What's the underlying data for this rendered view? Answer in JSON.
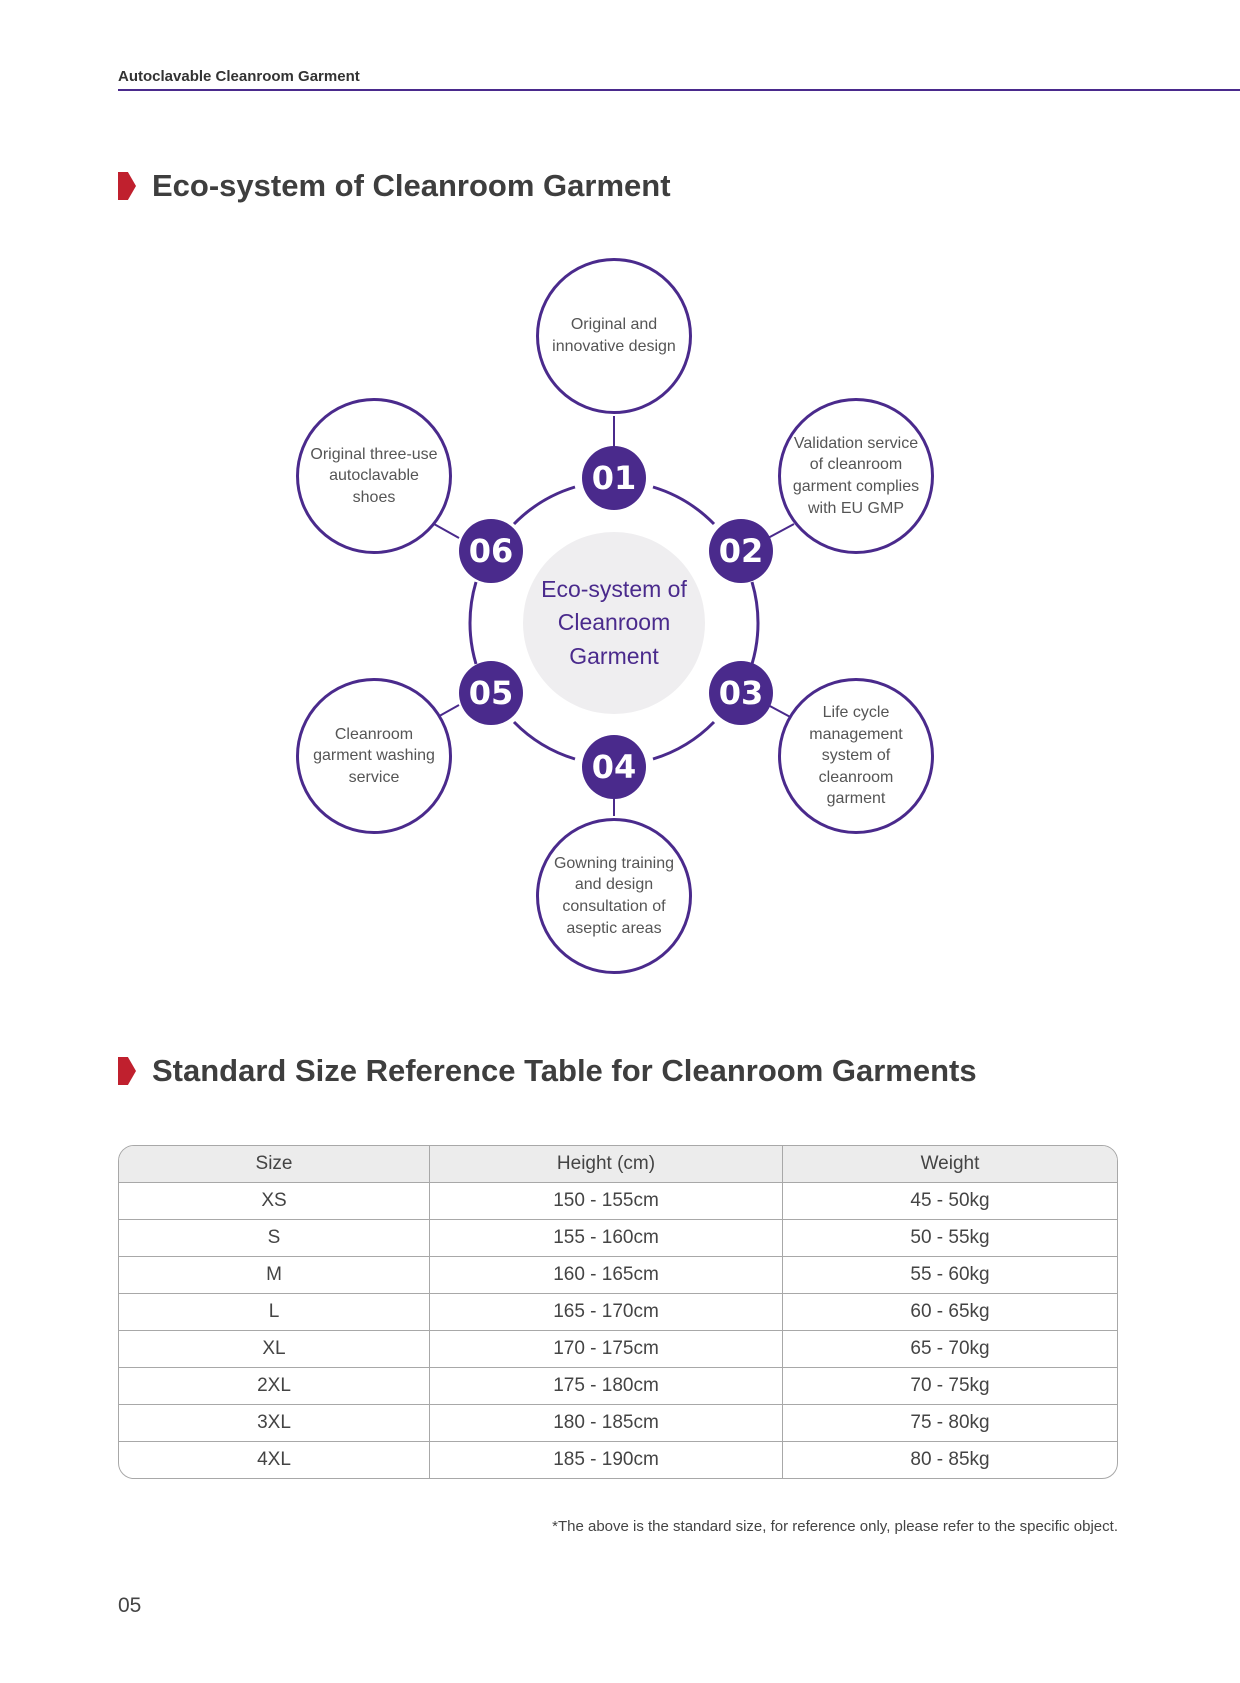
{
  "header": {
    "title": "Autoclavable Cleanroom Garment"
  },
  "section1": {
    "title": "Eco-system of Cleanroom Garment"
  },
  "ecosystem": {
    "center_label": "Eco-system of Cleanroom Garment",
    "nodes": [
      {
        "number": "01",
        "text": "Original and innovative design"
      },
      {
        "number": "02",
        "text": "Validation service of cleanroom garment complies with EU GMP"
      },
      {
        "number": "03",
        "text": "Life cycle management system of cleanroom garment"
      },
      {
        "number": "04",
        "text": "Gowning training and design consultation of aseptic areas"
      },
      {
        "number": "05",
        "text": "Cleanroom garment washing service"
      },
      {
        "number": "06",
        "text": "Original three-use autoclavable shoes"
      }
    ],
    "colors": {
      "accent": "#4a2a8c",
      "center_fill": "#efeef0",
      "marker": "#c0202e"
    }
  },
  "section2": {
    "title": "Standard Size Reference Table for Cleanroom Garments"
  },
  "size_table": {
    "headers": [
      "Size",
      "Height (cm)",
      "Weight"
    ],
    "rows": [
      [
        "XS",
        "150 - 155cm",
        "45 - 50kg"
      ],
      [
        "S",
        "155 - 160cm",
        "50 - 55kg"
      ],
      [
        "M",
        "160 - 165cm",
        "55 - 60kg"
      ],
      [
        "L",
        "165 - 170cm",
        "60 - 65kg"
      ],
      [
        "XL",
        "170 - 175cm",
        "65 - 70kg"
      ],
      [
        "2XL",
        "175 - 180cm",
        "70 - 75kg"
      ],
      [
        "3XL",
        "180 - 185cm",
        "75 - 80kg"
      ],
      [
        "4XL",
        "185 - 190cm",
        "80 - 85kg"
      ]
    ]
  },
  "footnote": "*The above is the standard size, for reference only, please refer to the specific object.",
  "page_number": "05"
}
